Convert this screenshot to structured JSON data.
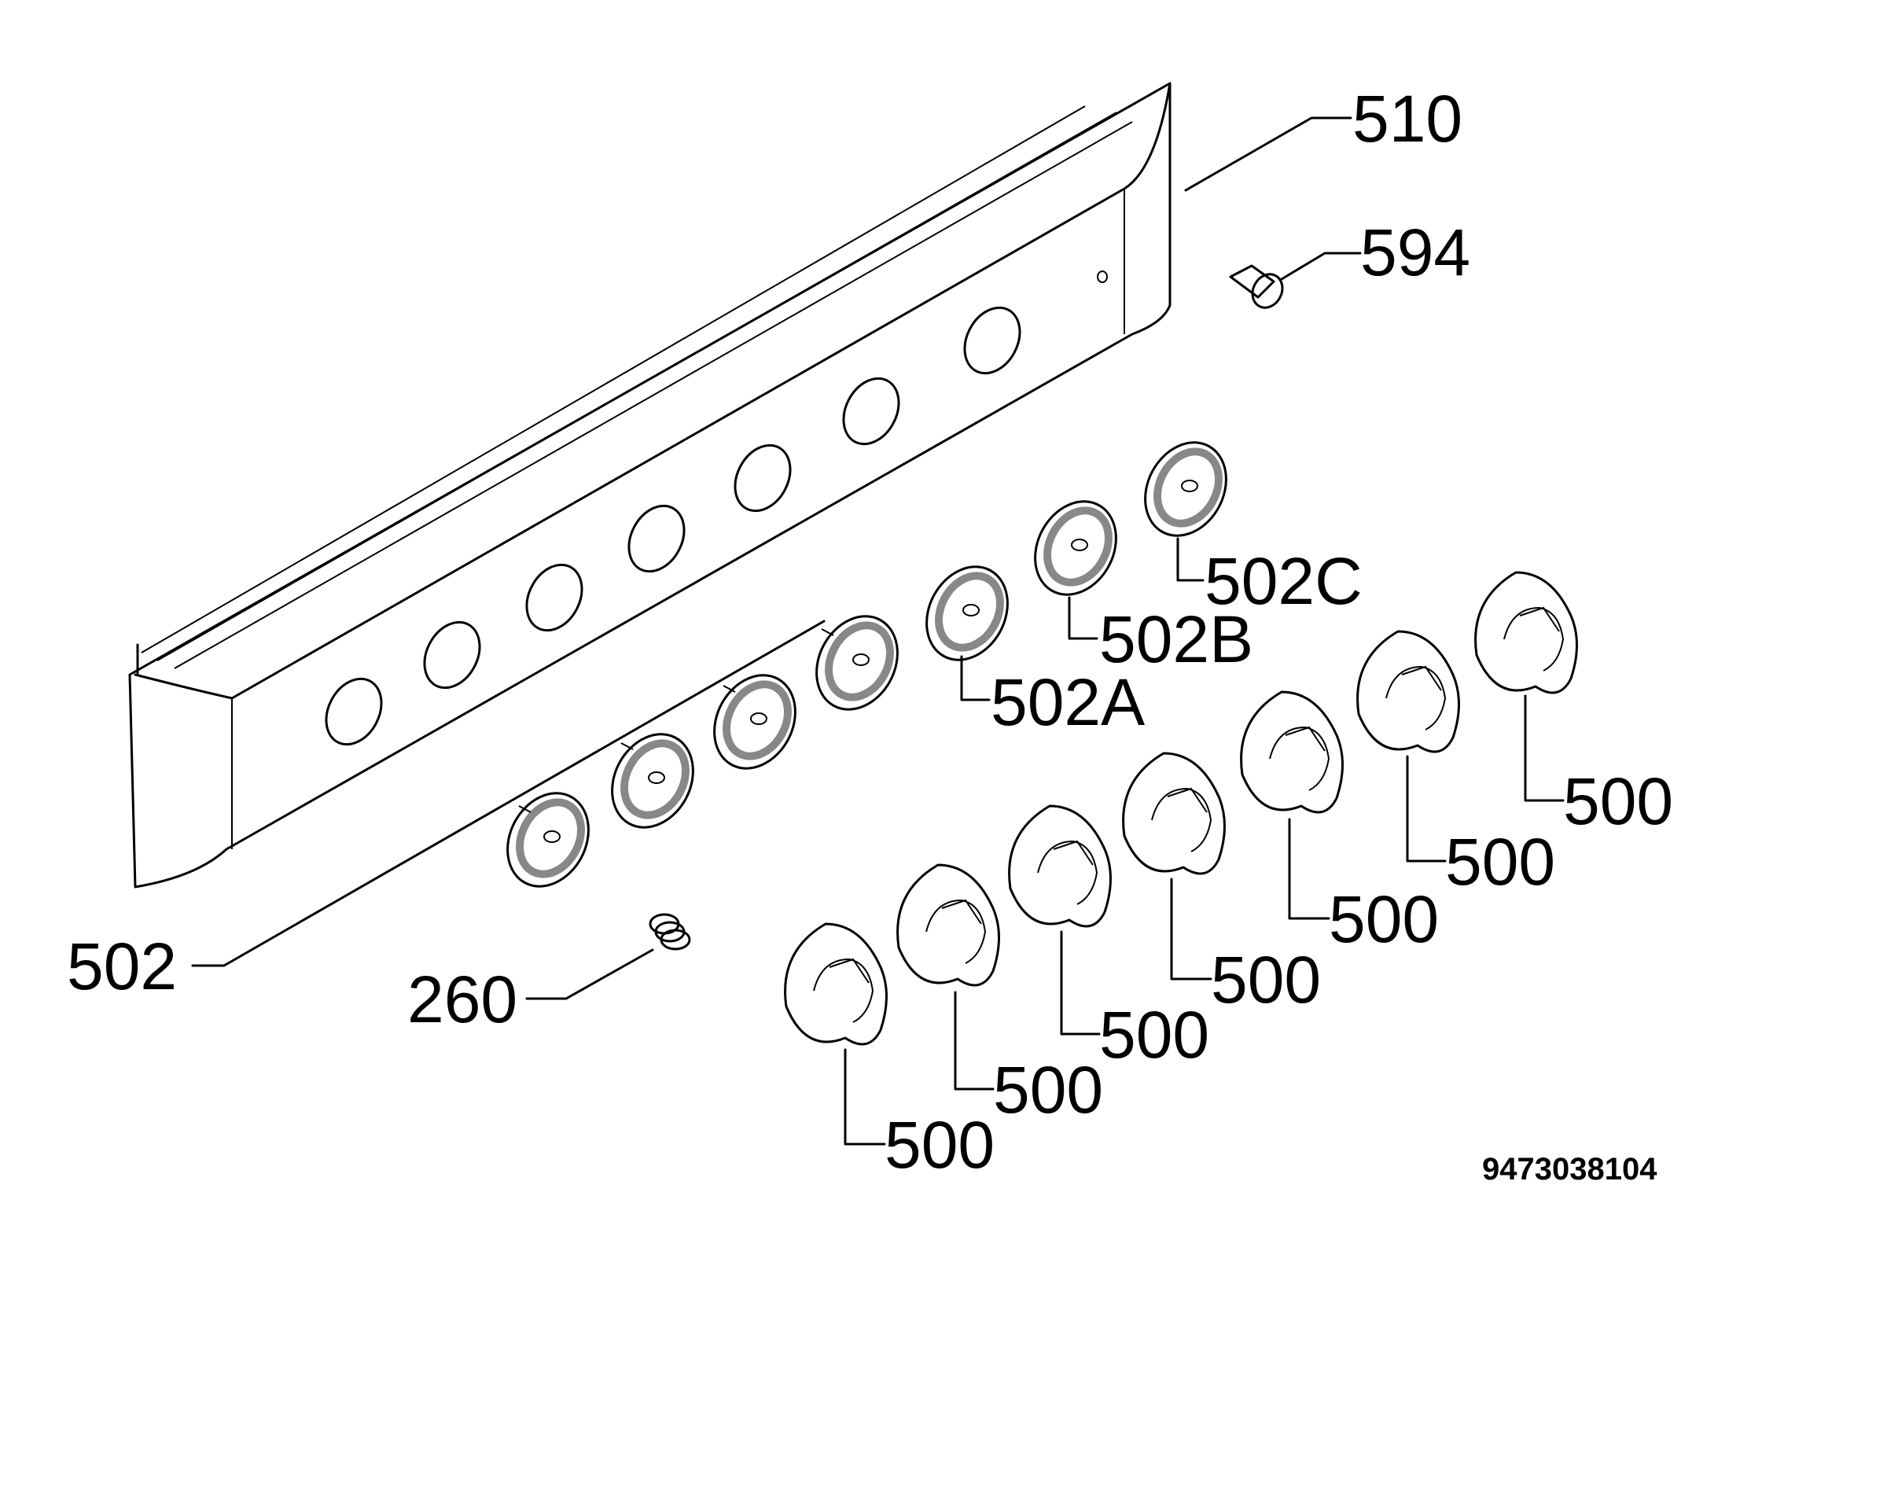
{
  "drawing_code": "9473038104",
  "labels": {
    "panel": "510",
    "lamp": "594",
    "spring": "260",
    "bezel": "502",
    "bezel_a": "502A",
    "bezel_b": "502B",
    "bezel_c": "502C",
    "knob": "500"
  },
  "colors": {
    "line": "#000000",
    "background": "#ffffff",
    "bezel_ring": "#888888"
  }
}
